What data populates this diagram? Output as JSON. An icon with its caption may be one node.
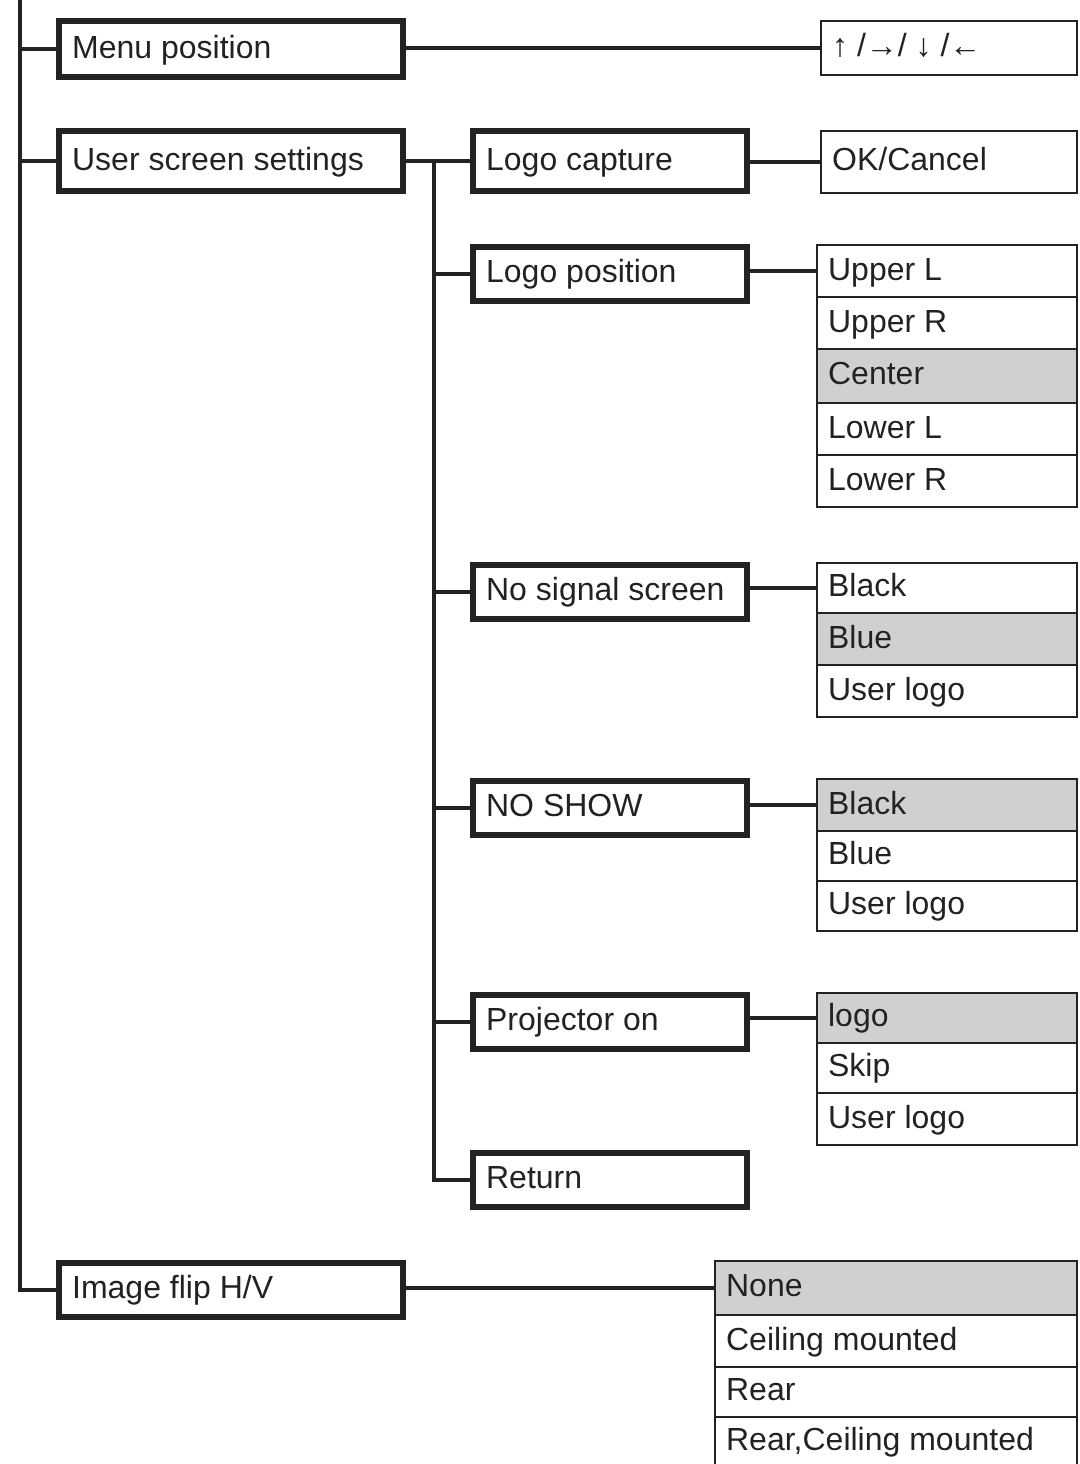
{
  "diagram": {
    "nodes": [
      {
        "text": [
          "Menu position"
        ]
      },
      {
        "text": [
          "↑ /→/ ↓ /←"
        ]
      },
      {
        "text": [
          "User screen settings"
        ]
      },
      {
        "text": [
          "Logo capture"
        ]
      },
      {
        "text": [
          "OK/Cancel"
        ]
      },
      {
        "text": [
          "Logo position"
        ]
      },
      {
        "text": [
          "Upper L"
        ]
      },
      {
        "text": [
          "Upper R"
        ]
      },
      {
        "text": [
          "Center"
        ]
      },
      {
        "text": [
          "Lower L"
        ]
      },
      {
        "text": [
          "Lower R"
        ]
      },
      {
        "text": [
          "No signal screen"
        ]
      },
      {
        "text": [
          "Black"
        ]
      },
      {
        "text": [
          "Blue"
        ]
      },
      {
        "text": [
          "User logo"
        ]
      },
      {
        "text": [
          "NO SHOW"
        ]
      },
      {
        "text": [
          "Black"
        ]
      },
      {
        "text": [
          "Blue"
        ]
      },
      {
        "text": [
          "User logo"
        ]
      },
      {
        "text": [
          "Projector on"
        ]
      },
      {
        "text": [
          "logo"
        ]
      },
      {
        "text": [
          "Skip"
        ]
      },
      {
        "text": [
          "User logo"
        ]
      },
      {
        "text": [
          "Return"
        ]
      },
      {
        "text": [
          "Image flip H/V"
        ]
      },
      {
        "text": [
          "None"
        ]
      },
      {
        "text": [
          "Ceiling mounted"
        ]
      },
      {
        "text": [
          "Rear"
        ]
      },
      {
        "text": [
          "Rear,Ceiling mounted"
        ]
      }
    ],
    "edges": [
      {
        "from": null,
        "to": 0,
        "arrow": "none"
      },
      {
        "from": 0,
        "to": 1,
        "arrow": "none"
      },
      {
        "from": null,
        "to": 2,
        "arrow": "none"
      },
      {
        "from": 2,
        "to": 3,
        "arrow": "none"
      },
      {
        "from": 3,
        "to": 4,
        "arrow": "none"
      },
      {
        "from": 2,
        "to": 5,
        "arrow": "none"
      },
      {
        "from": 5,
        "to": 6,
        "arrow": "none"
      },
      {
        "from": 2,
        "to": 11,
        "arrow": "none"
      },
      {
        "from": 11,
        "to": 12,
        "arrow": "none"
      },
      {
        "from": 2,
        "to": 15,
        "arrow": "none"
      },
      {
        "from": 15,
        "to": 16,
        "arrow": "none"
      },
      {
        "from": 2,
        "to": 19,
        "arrow": "none"
      },
      {
        "from": 19,
        "to": 20,
        "arrow": "none"
      },
      {
        "from": 2,
        "to": 23,
        "arrow": "none"
      },
      {
        "from": null,
        "to": 24,
        "arrow": "none"
      },
      {
        "from": 24,
        "to": 25,
        "arrow": "none"
      }
    ]
  }
}
